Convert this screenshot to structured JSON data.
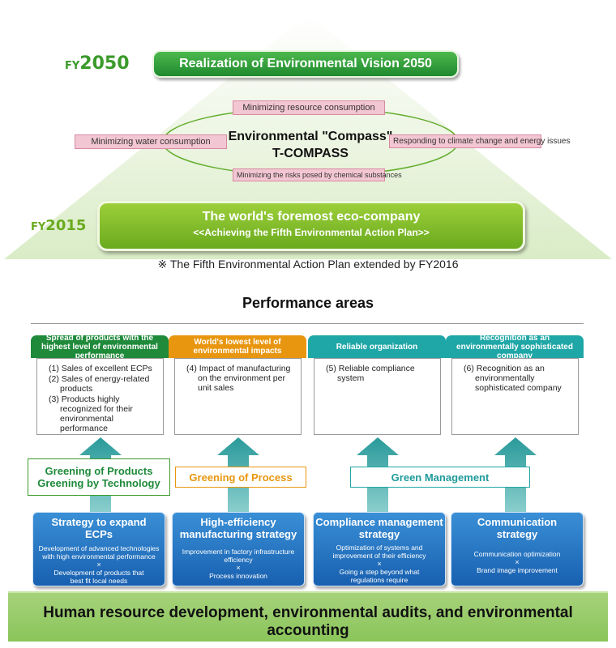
{
  "top": {
    "fy2050_prefix": "FY",
    "fy2050_year": "2050",
    "vision_label": "Realization of Environmental Vision 2050",
    "fy2015_prefix": "FY",
    "fy2015_year": "2015"
  },
  "compass": {
    "title_line1": "Environmental \"Compass\"",
    "title_line2": "T-COMPASS",
    "top_item": "Minimizing resource consumption",
    "left_item": "Minimizing water consumption",
    "right_item": "Responding to climate change and energy issues",
    "bottom_item": "Minimizing the risks posed by chemical substances"
  },
  "eco": {
    "title": "The world's foremost eco-company",
    "subtitle": "<<Achieving the Fifth Environmental Action Plan>>"
  },
  "note": "※ The Fifth Environmental Action Plan extended by FY2016",
  "performance_title": "Performance areas",
  "areas": [
    {
      "head": "Spread of products with the highest level of environmental performance",
      "color": "#1f8a3a",
      "items": [
        "(1) Sales of excellent ECPs",
        "(2) Sales of energy-related products",
        "(3) Products highly recognized for their environmental performance"
      ]
    },
    {
      "head": "World's lowest level of environmental impacts",
      "color": "#e8960f",
      "items": [
        "(4) Impact of manufacturing on the environment per unit sales"
      ]
    },
    {
      "head": "Reliable organization",
      "color": "#1fa6a6",
      "items": [
        "(5) Reliable compliance system"
      ]
    },
    {
      "head": "Recognition as an environmentally sophisticated company",
      "color": "#1fa6a6",
      "items": [
        "(6) Recognition as an environmentally sophisticated company"
      ]
    }
  ],
  "greening": {
    "products_line1": "Greening of Products",
    "products_line2": "Greening by Technology",
    "process": "Greening of Process",
    "management": "Green Management"
  },
  "strategies": [
    {
      "title": "Strategy to expand ECPs",
      "desc1": "Development of advanced technologies with high environmental performance",
      "times": "×",
      "desc2": "Development of products that best fit local needs"
    },
    {
      "title": "High-efficiency manufacturing strategy",
      "desc1": "Improvement in factory infrastructure efficiency",
      "times": "×",
      "desc2": "Process innovation"
    },
    {
      "title": "Compliance management strategy",
      "desc1": "Optimization of systems and improvement of their efficiency",
      "times": "×",
      "desc2": "Going a step beyond what regulations require"
    },
    {
      "title": "Communication strategy",
      "desc1": "Communication optimization",
      "times": "×",
      "desc2": "Brand image improvement"
    }
  ],
  "base": "Human resource development, environmental audits, and environmental accounting"
}
